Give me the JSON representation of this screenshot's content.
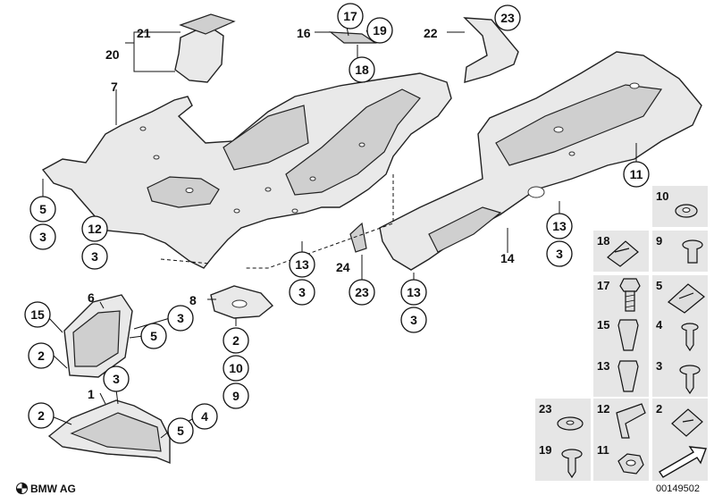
{
  "brand": {
    "label": "BMW AG"
  },
  "diagram_code": "00149502",
  "callouts": [
    {
      "id": "c17a",
      "label": "17"
    },
    {
      "id": "c19a",
      "label": "19"
    },
    {
      "id": "c18a",
      "label": "18"
    },
    {
      "id": "c23a",
      "label": "23"
    },
    {
      "id": "c11a",
      "label": "11"
    },
    {
      "id": "c5a",
      "label": "5"
    },
    {
      "id": "c3a",
      "label": "3"
    },
    {
      "id": "c12a",
      "label": "12"
    },
    {
      "id": "c3b",
      "label": "3"
    },
    {
      "id": "c13a",
      "label": "13"
    },
    {
      "id": "c3c",
      "label": "3"
    },
    {
      "id": "c23b",
      "label": "23"
    },
    {
      "id": "c13b",
      "label": "13"
    },
    {
      "id": "c3d",
      "label": "3"
    },
    {
      "id": "c13c",
      "label": "13"
    },
    {
      "id": "c3e",
      "label": "3"
    },
    {
      "id": "c15a",
      "label": "15"
    },
    {
      "id": "c2a",
      "label": "2"
    },
    {
      "id": "c3f",
      "label": "3"
    },
    {
      "id": "c5b",
      "label": "5"
    },
    {
      "id": "c2b",
      "label": "2"
    },
    {
      "id": "c10a",
      "label": "10"
    },
    {
      "id": "c9a",
      "label": "9"
    },
    {
      "id": "c3g",
      "label": "3"
    },
    {
      "id": "c2c",
      "label": "2"
    },
    {
      "id": "c4a",
      "label": "4"
    },
    {
      "id": "c5c",
      "label": "5"
    }
  ],
  "plain_labels": [
    {
      "id": "p21",
      "label": "21"
    },
    {
      "id": "p20",
      "label": "20"
    },
    {
      "id": "p16",
      "label": "16"
    },
    {
      "id": "p22",
      "label": "22"
    },
    {
      "id": "p7",
      "label": "7"
    },
    {
      "id": "p24",
      "label": "24"
    },
    {
      "id": "p14",
      "label": "14"
    },
    {
      "id": "p6",
      "label": "6"
    },
    {
      "id": "p8",
      "label": "8"
    },
    {
      "id": "p1",
      "label": "1"
    }
  ],
  "legend": [
    {
      "id": "l10",
      "label": "10",
      "icon": "washer-icon"
    },
    {
      "id": "l18",
      "label": "18",
      "icon": "spring-clip-icon"
    },
    {
      "id": "l9",
      "label": "9",
      "icon": "expansion-rivet-icon"
    },
    {
      "id": "l17",
      "label": "17",
      "icon": "hex-bolt-icon"
    },
    {
      "id": "l5",
      "label": "5",
      "icon": "spring-nut-icon"
    },
    {
      "id": "l15",
      "label": "15",
      "icon": "expanding-nut-icon"
    },
    {
      "id": "l4",
      "label": "4",
      "icon": "sheet-screw-icon"
    },
    {
      "id": "l13",
      "label": "13",
      "icon": "expanding-rivet-icon"
    },
    {
      "id": "l3",
      "label": "3",
      "icon": "collar-screw-icon"
    },
    {
      "id": "l23",
      "label": "23",
      "icon": "flat-washer-icon"
    },
    {
      "id": "l12",
      "label": "12",
      "icon": "push-clip-icon"
    },
    {
      "id": "l2",
      "label": "2",
      "icon": "clip-nut-icon"
    },
    {
      "id": "l19",
      "label": "19",
      "icon": "washer-screw-icon"
    },
    {
      "id": "l11",
      "label": "11",
      "icon": "hex-nut-icon"
    }
  ],
  "colors": {
    "part_fill": "#e9e9e9",
    "cell_fill": "#e6e6e6",
    "line": "#222222"
  }
}
